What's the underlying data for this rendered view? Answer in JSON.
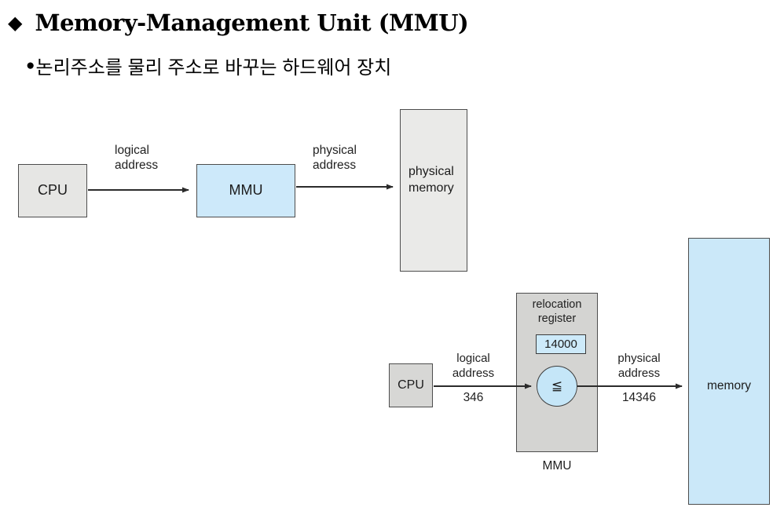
{
  "slide": {
    "title_bullet": "◆",
    "title": "Memory-Management Unit (MMU)",
    "subtitle_bullet": "●",
    "subtitle": "논리주소를 물리 주소로 바꾸는 하드웨어 장치"
  },
  "colors": {
    "background": "#ffffff",
    "box_border": "#4d4d4d",
    "arrow": "#2b2b2b",
    "gray_box_light": "#e6e6e4",
    "gray_box_mid": "#d4d4d2",
    "blue_box": "#cde9fa",
    "blue_memory": "#cbe8f9",
    "text": "#1c1c1c"
  },
  "diagram_basic": {
    "cpu_label": "CPU",
    "mmu_label": "MMU",
    "logical_address_label": "logical address",
    "physical_address_label": "physical address",
    "physical_memory_label": "physical memory"
  },
  "diagram_relocation": {
    "cpu_label": "CPU",
    "relocation_register_label": "relocation register",
    "relocation_register_value": "14000",
    "adder_symbol": "≦",
    "logical_address_label": "logical address",
    "logical_address_value": "346",
    "physical_address_label": "physical address",
    "physical_address_value": "14346",
    "memory_label": "memory",
    "mmu_caption": "MMU"
  }
}
